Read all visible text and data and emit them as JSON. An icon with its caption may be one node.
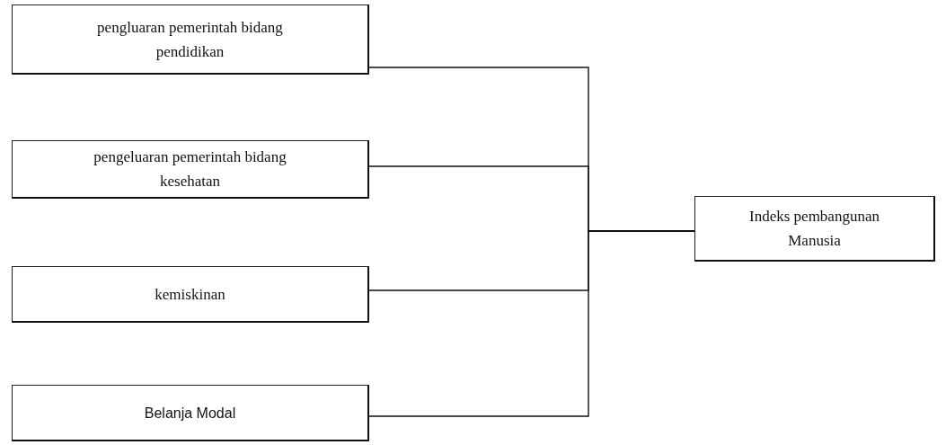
{
  "diagram": {
    "nodes": [
      {
        "text": [
          "pengluaran pemerintah bidang pendidikan"
        ]
      },
      {
        "text": [
          "pengeluaran pemerintah bidang kesehatan"
        ]
      },
      {
        "text": [
          "kemiskinan"
        ]
      },
      {
        "text": [
          "Belanja Modal"
        ]
      },
      {
        "text": [
          "Indeks pembangunan Manusia"
        ]
      }
    ],
    "edges": [
      {
        "from": 0,
        "to": 4,
        "arrow": "none"
      },
      {
        "from": 1,
        "to": 4,
        "arrow": "none"
      },
      {
        "from": 2,
        "to": 4,
        "arrow": "none"
      },
      {
        "from": 3,
        "to": 4,
        "arrow": "none"
      }
    ]
  }
}
